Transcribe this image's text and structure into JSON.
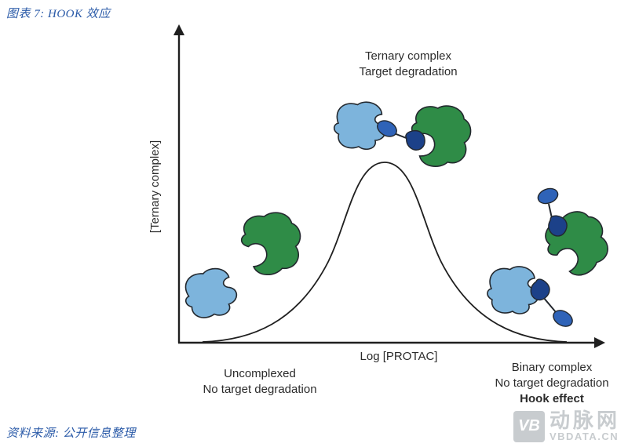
{
  "page": {
    "title": "图表 7: HOOK 效应",
    "source": "资料来源: 公开信息整理"
  },
  "diagram": {
    "y_axis_label": "[Ternary complex]",
    "x_axis_label": "Log [PROTAC]",
    "peak_annotation": {
      "line1": "Ternary complex",
      "line2": "Target degradation"
    },
    "left_annotation": {
      "line1": "Uncomplexed",
      "line2": "No target degradation"
    },
    "right_annotation": {
      "line1": "Binary complex",
      "line2": "No target degradation",
      "line3": "Hook effect"
    }
  },
  "watermark": {
    "logo": "VB",
    "name": "动脉网",
    "domain": "VBDATA.CN"
  },
  "colors": {
    "caption_blue": "#2a5aa8",
    "protein_light_blue": "#7db4dc",
    "protein_green": "#2f8c47",
    "ligand_blue": "#2f63b8",
    "warhead_blue": "#1c4189",
    "line_dark": "#1f1f1f",
    "watermark_gray": "#c6cacd"
  }
}
